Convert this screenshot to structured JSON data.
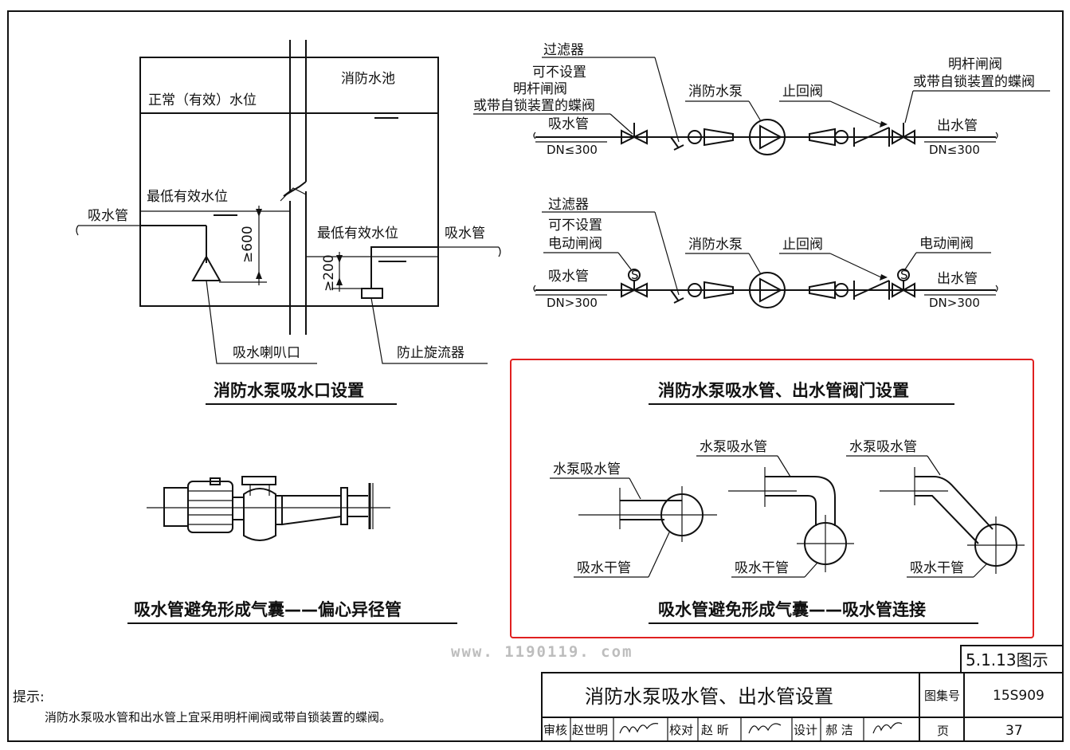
{
  "intake_diagram": {
    "tank_label": "消防水池",
    "normal_level": "正常（有效）水位",
    "min_level_left": "最低有效水位",
    "min_level_right": "最低有效水位",
    "suction_left": "吸水管",
    "suction_right": "吸水管",
    "dim_600": "≥600",
    "dim_200": "≥200",
    "bellmouth": "吸水喇叭口",
    "vortex": "防止旋流器",
    "caption": "消防水泵吸水口设置"
  },
  "valve_diagram": {
    "row1": {
      "filter": "过滤器",
      "optional": "可不设置",
      "valve_a": "明杆闸阀",
      "valve_b": "或带自锁装置的蝶阀",
      "suction": "吸水管",
      "dn_in": "DN≤300",
      "pump": "消防水泵",
      "check": "止回阀",
      "out_valve_a": "明杆闸阀",
      "out_valve_b": "或带自锁装置的蝶阀",
      "outlet": "出水管",
      "dn_out": "DN≤300"
    },
    "row2": {
      "filter": "过滤器",
      "optional": "可不设置",
      "valve": "电动闸阀",
      "suction": "吸水管",
      "dn_in": "DN>300",
      "pump": "消防水泵",
      "check": "止回阀",
      "out_valve": "电动闸阀",
      "outlet": "出水管",
      "dn_out": "DN>300",
      "motor_symbol": "S"
    },
    "caption": "消防水泵吸水管、出水管阀门设置"
  },
  "connection_diagram": {
    "pipe_label_1": "水泵吸水管",
    "pipe_label_2": "水泵吸水管",
    "pipe_label_3": "水泵吸水管",
    "main_label_1": "吸水干管",
    "main_label_2": "吸水干管",
    "main_label_3": "吸水干管",
    "caption": "吸水管避免形成气囊——吸水管连接"
  },
  "eccentric_diagram": {
    "caption": "吸水管避免形成气囊——偏心异径管"
  },
  "watermark": "www. 1190119. com",
  "figure_no": "5.1.13图示",
  "note": {
    "title": "提示:",
    "text": "消防水泵吸水管和出水管上宜采用明杆闸阀或带自锁装置的蝶阀。"
  },
  "title_block": {
    "title": "消防水泵吸水管、出水管设置",
    "atlas_label": "图集号",
    "atlas_no": "15S909",
    "page_label": "页",
    "page_no": "37",
    "review_label": "审核",
    "review_name": "赵世明",
    "check_label": "校对",
    "check_name": "赵 昕",
    "design_label": "设计",
    "design_name": "郝 洁"
  },
  "colors": {
    "highlight_box": "#e02020",
    "ink": "#111111"
  }
}
